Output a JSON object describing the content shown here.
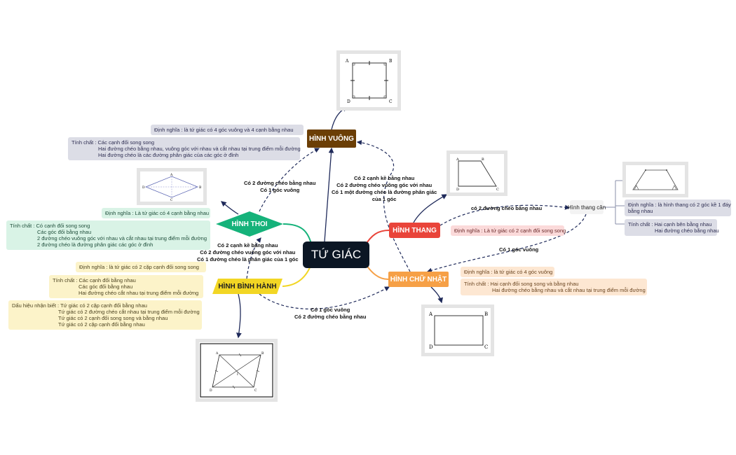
{
  "center": "TỨ GIÁC",
  "hinh_vuong": {
    "title": "HÌNH VUÔNG",
    "def": "Định nghĩa : là tứ giác có 4 góc vuông và 4 cạnh bằng nhau",
    "props": [
      "Tính chất : Các cạnh đối song song",
      "Hai đường chéo bằng nhau, vuông góc với nhau và cắt nhau tại trung điểm mỗi đường",
      "Hai đường chéo là các đường phân giác của các góc ở đỉnh"
    ],
    "fig_labels": [
      "A",
      "B",
      "C",
      "D"
    ]
  },
  "hinh_thang": {
    "title": "HÌNH THANG",
    "def": "Định nghĩa : Là tứ giác có 2 cạnh đối song song",
    "fig_labels": [
      "A",
      "B",
      "C",
      "D"
    ]
  },
  "hinh_thang_can": {
    "title": "Hình thang cân",
    "def": [
      "Định nghĩa : là hình thang có 2 góc kề 1 đáy",
      "bằng nhau"
    ],
    "props": [
      "Tính chất : Hai cạnh bên bằng nhau",
      "Hai đường chéo bằng nhau"
    ]
  },
  "hinh_chu_nhat": {
    "title": "HÌNH CHỮ NHẬT",
    "def": "Định nghĩa : là tứ giác có 4 góc vuông",
    "props": [
      "Tính chất : Hai cạnh đối song song và bằng nhau",
      "Hai đường chéo bằng nhau và cắt nhau tại trung điểm mỗi đường"
    ],
    "fig_labels": [
      "A",
      "B",
      "C",
      "D"
    ]
  },
  "hinh_thoi": {
    "title": "HÌNH THOI",
    "def": "Định nghĩa : Là tứ giác có 4 cạnh bằng nhau",
    "props": [
      "Tính chất : Có cạnh đối song song",
      "Các góc đối bằng nhau",
      "2 đường chéo vuông góc với nhau và cắt nhau tại trung điểm mỗi đường",
      "2 đường chéo là đường phân giác các góc ở đỉnh"
    ],
    "fig_labels": [
      "A",
      "B",
      "C",
      "D"
    ]
  },
  "hinh_binh_hanh": {
    "title": "HÌNH BÌNH HÀNH",
    "def": "Định nghĩa : là tứ giác có 2 cặp cạnh đối song song",
    "props": [
      "Tính chất : Các cạnh đối bằng nhau",
      "Các góc đối bằng nhau",
      "Hai đường chéo cắt nhau tại trung điểm mỗi đường"
    ],
    "signs": [
      "Dấu hiệu nhận biết : Tứ giác có 2 cặp cạnh đối bằng nhau",
      "Tứ giác có 2 đường chéo cắt nhau tại trung điểm mỗi đường",
      "Tứ giác có 2 cạnh đối song song và bằng nhau",
      "Tứ giác có 2 cặp cạnh đối bằng nhau"
    ],
    "fig_labels": [
      "A",
      "B",
      "C",
      "D",
      "I"
    ]
  },
  "links": {
    "thoi_to_vuong": [
      "Có 2 đường chéo bằng nhau",
      "Có 1 góc vuông"
    ],
    "cn_to_vuong": [
      "Có 2 cạnh kề bằng nhau",
      "Có 2 đường chéo vuông góc với nhau",
      "Có 1 một đường chéo là đường phân giác",
      "của 1 góc"
    ],
    "bh_to_thoi": [
      "Có 2 cạnh kề bằng nhau",
      "Có 2 đường chéo vuông góc với nhau",
      "Có 1 đường chéo là phân giác của 1 góc"
    ],
    "bh_to_cn": [
      "Có 1 góc vuông",
      "Có 2 đường chéo bằng nhau"
    ],
    "thang_to_can": "có 2 đường chéo bằng nhau",
    "can_to_cn": "Có 1 góc vuông"
  },
  "colors": {
    "center": "#0b1624",
    "hinh_vuong": "#6b3e05",
    "hinh_thang": "#e9443a",
    "hinh_chu_nhat": "#f6a046",
    "hinh_thoi": "#15b27a",
    "hinh_binh_hanh": "#f2d624",
    "connector": "#1f2a5a"
  }
}
